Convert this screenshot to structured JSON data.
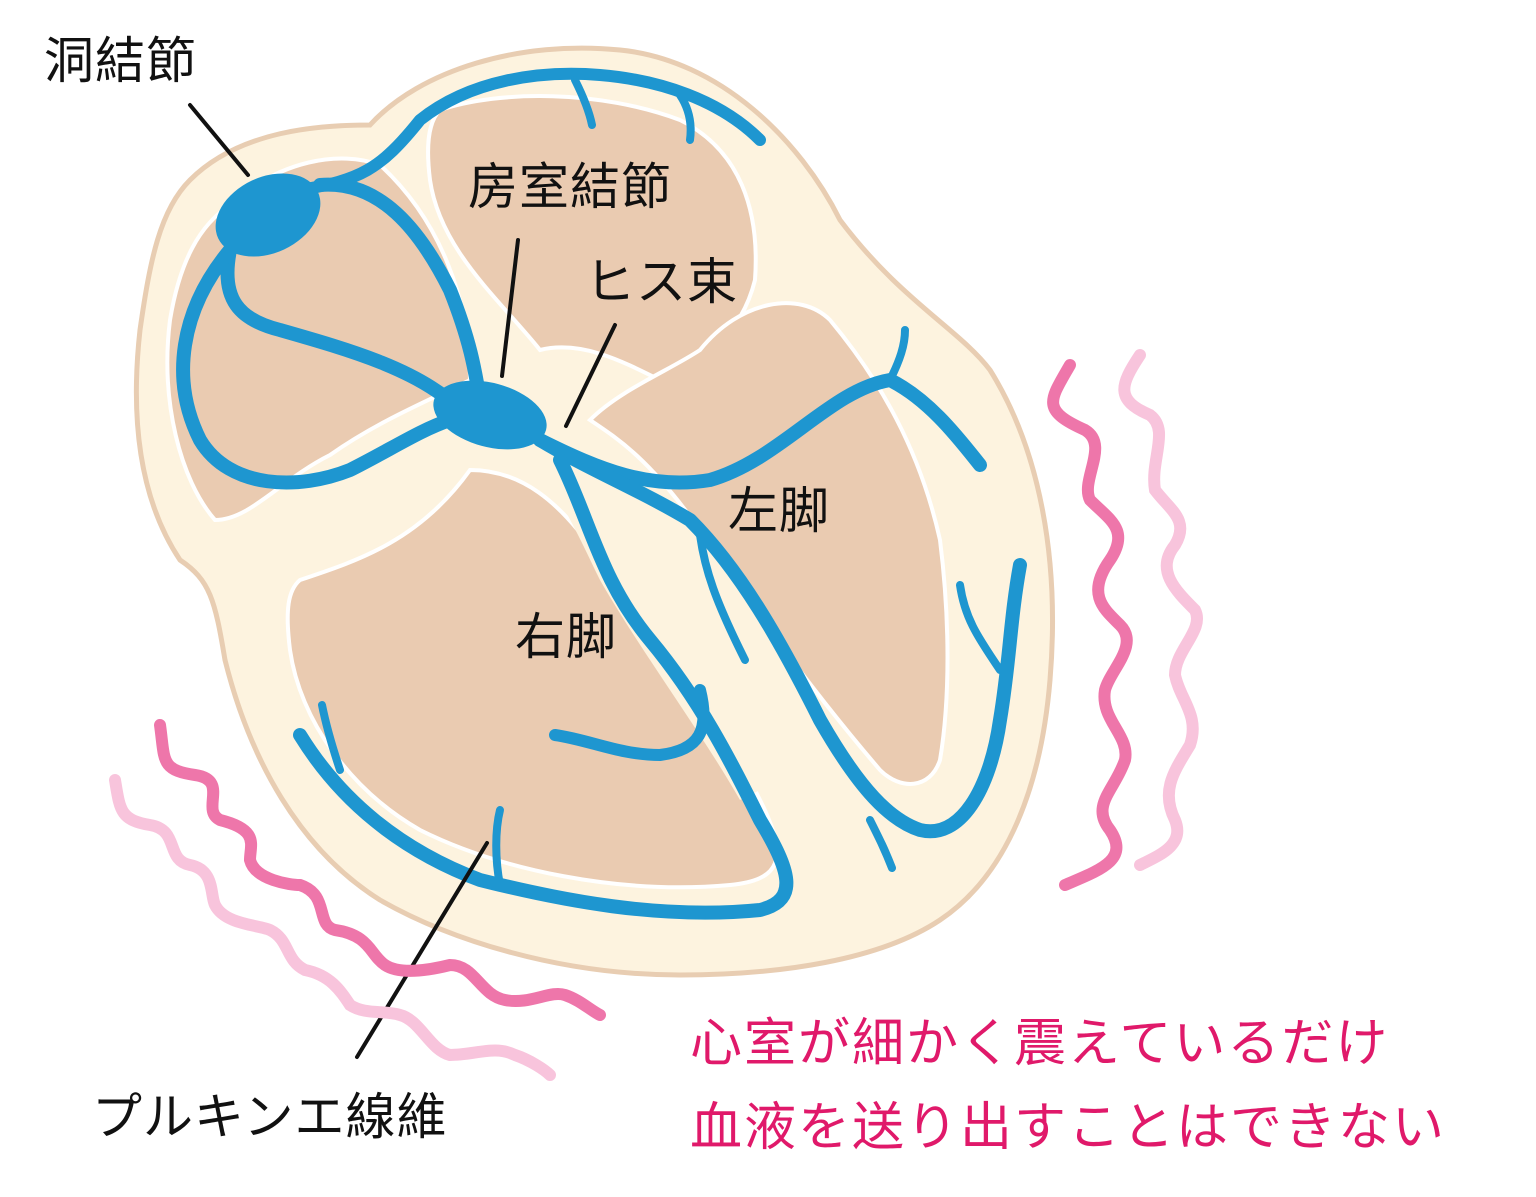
{
  "labels": {
    "sa_node": "洞結節",
    "av_node": "房室結節",
    "his_bundle": "ヒス束",
    "left_bundle": "左脚",
    "right_bundle": "右脚",
    "purkinje": "プルキンエ線維"
  },
  "caption": {
    "line1": "心室が細かく震えているだけ",
    "line2": "血液を送り出すことはできない"
  },
  "colors": {
    "heart_outer": "#fdf3df",
    "heart_outline": "#e8cdb2",
    "chamber": "#eacbb1",
    "conduction": "#1e96d0",
    "wave_dark": "#ee76aa",
    "wave_light": "#f8c4dc",
    "caption_text": "#e0196a",
    "label_text": "#111111"
  }
}
